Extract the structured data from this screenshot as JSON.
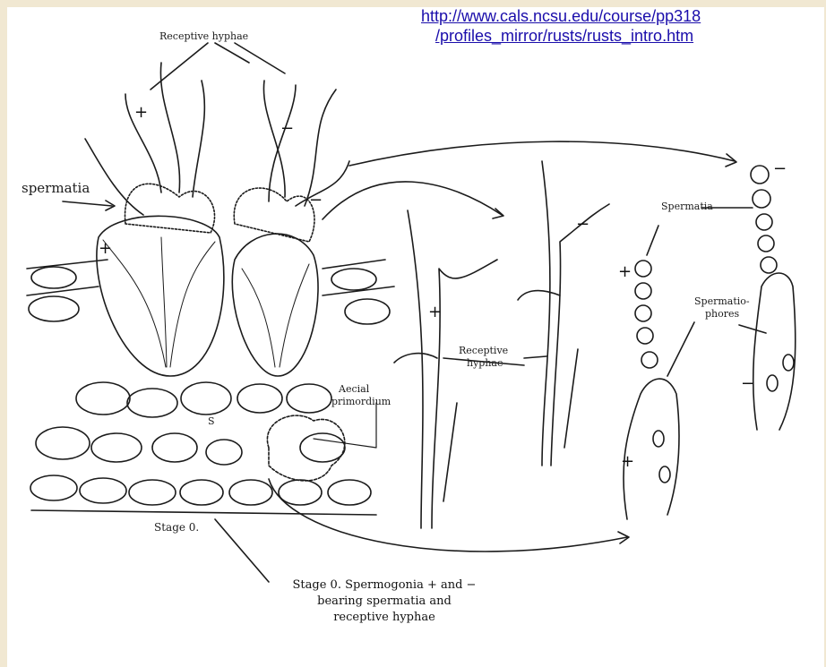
{
  "links": {
    "url_line1": "http://www.cals.ncsu.edu/course/pp318",
    "url_line2": "/profiles_mirror/rusts/rusts_intro.htm"
  },
  "labels": {
    "receptive_hypae_top": "Receptive hyphae",
    "spermatia_left": "spermatia",
    "spermatia_right": "Spermatia",
    "spermatiophores": "Spermatio-phores",
    "spermatiophores_line1": "Spermatio-",
    "spermatiophores_line2": "phores",
    "receptive_hyphae_mid_line1": "Receptive",
    "receptive_hyphae_mid_line2": "hyphae",
    "aecial_line1": "Aecial",
    "aecial_line2": "primordium",
    "small_s": "S",
    "stage_label": "Stage 0.",
    "caption_line1": "Stage 0. Spermogonia + and −",
    "caption_line2": "bearing spermatia and",
    "caption_line3": "receptive hyphae"
  },
  "signs": {
    "plus": "+",
    "minus": "−"
  },
  "colors": {
    "page_border": "#f1e8d2",
    "link": "#1a0dab",
    "ink": "#1b1b1b"
  }
}
